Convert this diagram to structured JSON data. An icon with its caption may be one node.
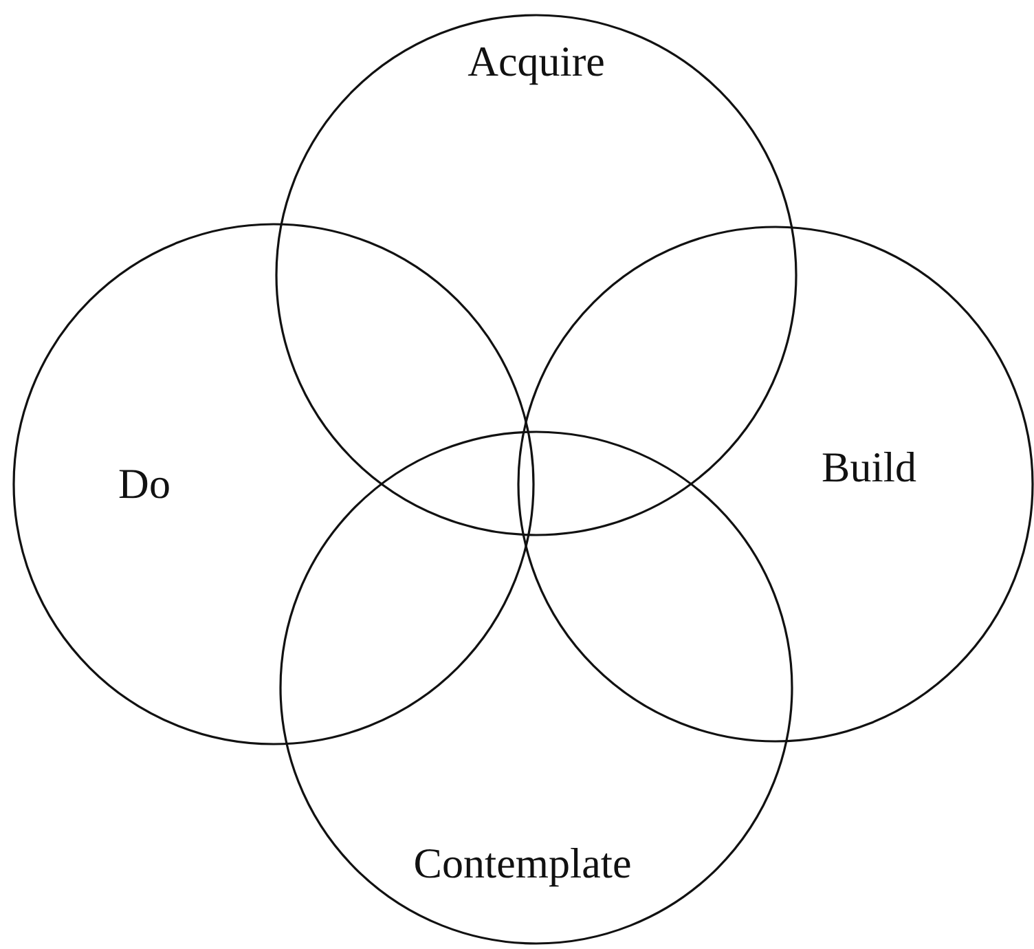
{
  "diagram": {
    "nodes": [
      {
        "text": [
          "Acquire"
        ]
      },
      {
        "text": [
          "Do"
        ]
      },
      {
        "text": [
          "Build"
        ]
      },
      {
        "text": [
          "Contemplate"
        ]
      }
    ]
  }
}
